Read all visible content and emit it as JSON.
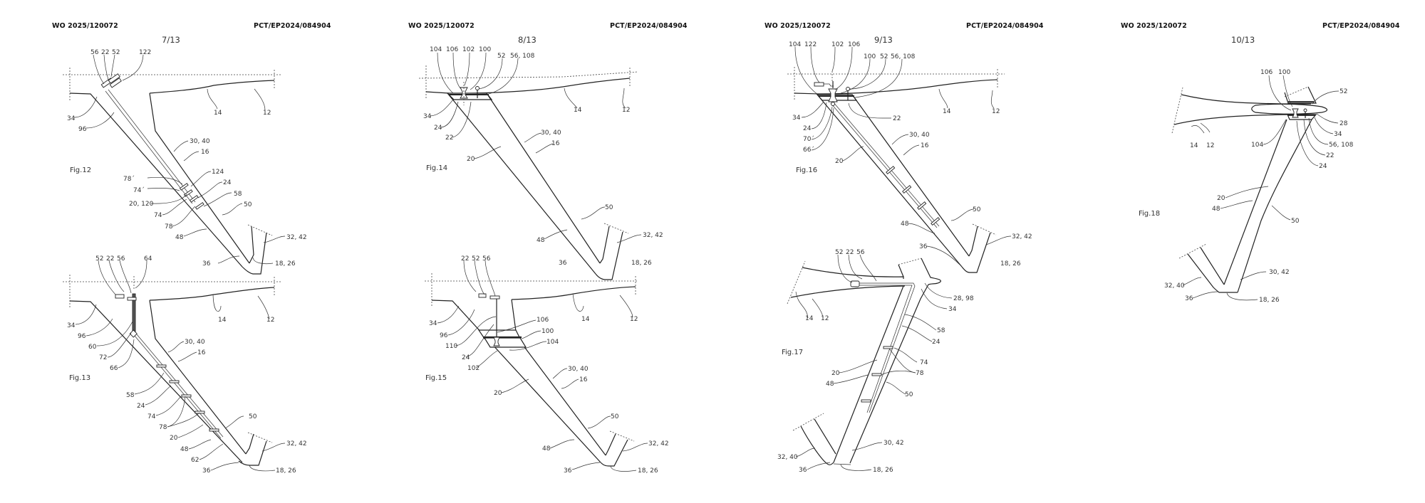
{
  "header": {
    "publication_number": "WO 2025/120072",
    "application_number": "PCT/EP2024/084904"
  },
  "sheets": [
    {
      "page": "7/13",
      "figures": [
        {
          "title": "Fig.12",
          "labels": [
            "56",
            "22",
            "52",
            "122",
            "14",
            "12",
            "34",
            "96",
            "30, 40",
            "16",
            "124",
            "78´",
            "74´",
            "24",
            "58",
            "20, 120",
            "50",
            "74",
            "78",
            "48",
            "32, 42",
            "36",
            "18, 26"
          ]
        },
        {
          "title": "Fig.13",
          "labels": [
            "52",
            "22",
            "56",
            "64",
            "14",
            "12",
            "34",
            "96",
            "60",
            "72",
            "66",
            "30, 40",
            "16",
            "58",
            "24",
            "74",
            "78",
            "20",
            "50",
            "48",
            "62",
            "32, 42",
            "36",
            "18, 26"
          ]
        }
      ]
    },
    {
      "page": "8/13",
      "figures": [
        {
          "title": "Fig.14",
          "labels": [
            "104",
            "106",
            "102",
            "100",
            "52",
            "56, 108",
            "14",
            "12",
            "34",
            "24",
            "22",
            "30, 40",
            "16",
            "20",
            "50",
            "48",
            "32, 42",
            "36",
            "18, 26"
          ]
        },
        {
          "title": "Fig.15",
          "labels": [
            "22",
            "52",
            "56",
            "14",
            "12",
            "34",
            "96",
            "106",
            "100",
            "110",
            "104",
            "24",
            "102",
            "30, 40",
            "16",
            "20",
            "50",
            "48",
            "32, 42",
            "36",
            "18, 26"
          ]
        }
      ]
    },
    {
      "page": "9/13",
      "figures": [
        {
          "title": "Fig.16",
          "labels": [
            "104",
            "122",
            "102",
            "106",
            "100",
            "52",
            "56, 108",
            "14",
            "12",
            "34",
            "22",
            "24",
            "70´",
            "66´",
            "30, 40",
            "16",
            "20",
            "50",
            "48",
            "32, 42",
            "36",
            "18, 26"
          ]
        },
        {
          "title": "Fig.17",
          "labels": [
            "52",
            "22",
            "56",
            "28, 98",
            "34",
            "14",
            "12",
            "58",
            "24",
            "74",
            "20",
            "78",
            "48",
            "50",
            "30, 42",
            "32, 40",
            "36",
            "18, 26"
          ]
        }
      ]
    },
    {
      "page": "10/13",
      "figures": [
        {
          "title": "Fig.18",
          "labels": [
            "106",
            "100",
            "52",
            "28",
            "34",
            "14",
            "12",
            "104",
            "56, 108",
            "22",
            "24",
            "20",
            "48",
            "50",
            "30, 42",
            "32, 40",
            "36",
            "18, 26"
          ]
        }
      ]
    }
  ]
}
